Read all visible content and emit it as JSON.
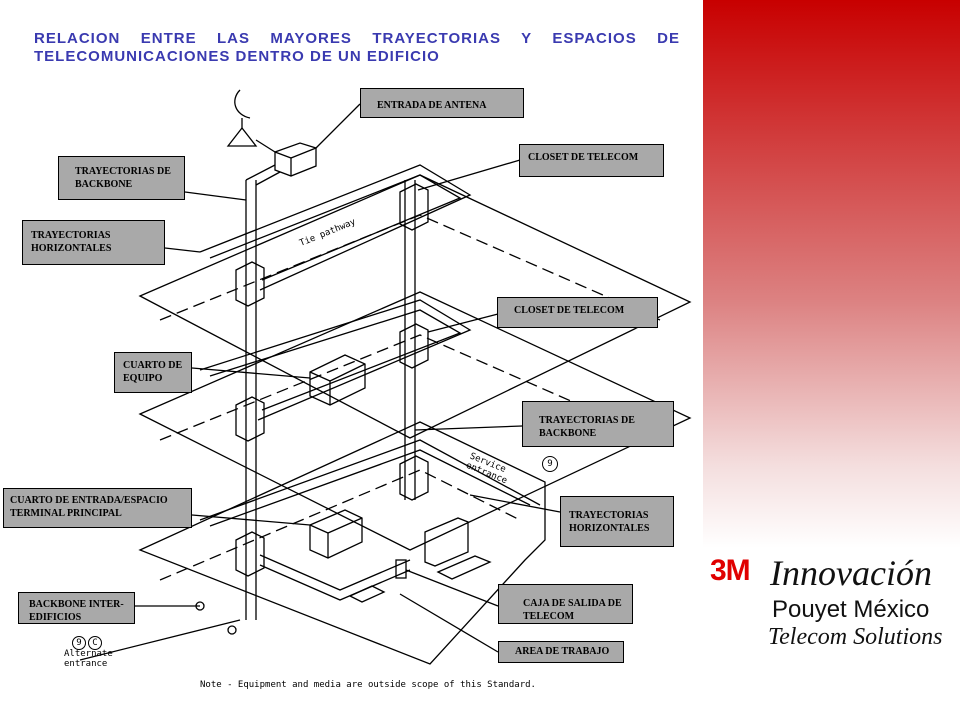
{
  "title": "RELACION ENTRE LAS MAYORES TRAYECTORIAS Y ESPACIOS DE TELECOMUNICACIONES DENTRO DE UN EDIFICIO",
  "labels": {
    "entrada_antena": "ENTRADA DE ANTENA",
    "closet_1": "CLOSET DE TELECOM",
    "trayectorias_backbone_left": "TRAYECTORIAS DE BACKBONE",
    "trayectorias_horizontales_left": "TRAYECTORIAS HORIZONTALES",
    "closet_2": "CLOSET DE TELECOM",
    "cuarto_equipo": "CUARTO DE EQUIPO",
    "trayectorias_backbone_right": "TRAYECTORIAS DE BACKBONE",
    "cuarto_entrada": "CUARTO DE ENTRADA/ESPACIO TERMINAL PRINCIPAL",
    "trayectorias_horizontales_right": "TRAYECTORIAS HORIZONTALES",
    "backbone_inter": "BACKBONE INTER-EDIFICIOS",
    "caja_salida": "CAJA DE SALIDA DE TELECOM",
    "area_trabajo": "AREA DE TRABAJO"
  },
  "drawing_text": {
    "tie_pathway": "Tie pathway",
    "service_entrance": "Service entrance",
    "alternate_entrance": "Alternate entrance",
    "marker_9": "9",
    "marker_c": "C",
    "note": "Note - Equipment and media are outside scope of this Standard."
  },
  "logo": {
    "brand": "3M",
    "line1": "Innovación",
    "line2": "Pouyet México",
    "line3": "Telecom Solutions"
  },
  "colors": {
    "title": "#3a3ab0",
    "label_bg": "#a9a9a9",
    "band_top": "#c80000",
    "logo_red": "#e00000"
  }
}
